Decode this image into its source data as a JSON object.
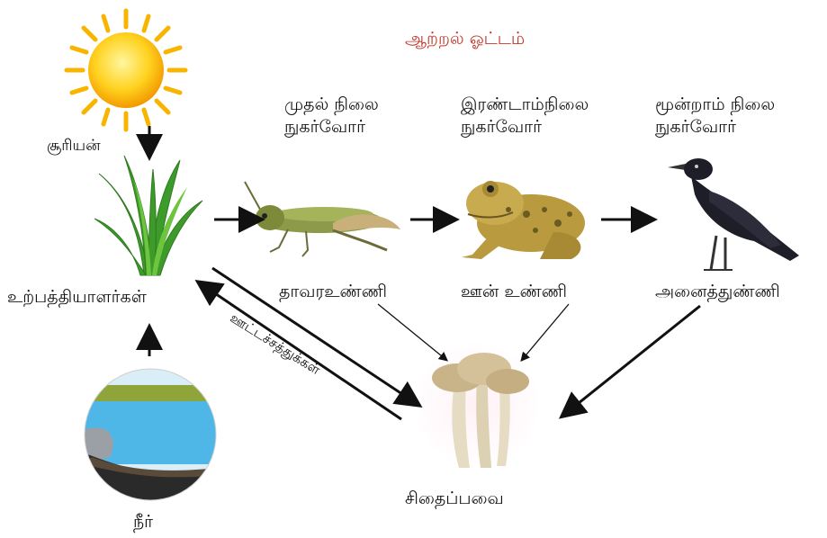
{
  "title": "ஆற்றல் ஓட்டம்",
  "nodes": {
    "sun": "சூரியன்",
    "producers": "உற்பத்தியாளர்கள்",
    "water": "நீர்",
    "herbivore": "தாவரஉண்ணி",
    "carnivore": "ஊன் உண்ணி",
    "omnivore": "அனைத்துண்ணி",
    "decomposers": "சிதைப்பவை"
  },
  "levels": {
    "first": [
      "முதல் நிலை",
      "நுகர்வோர்"
    ],
    "second": [
      "இரண்டாம்நிலை",
      "நுகர்வோர்"
    ],
    "third": [
      "மூன்றாம் நிலை",
      "நுகர்வோர்"
    ]
  },
  "edge_label": "ஊட்டச்சத்துக்கள்",
  "colors": {
    "title": "#c0392b",
    "arrow": "#111111",
    "sun": "#f7b500",
    "grass": "#3d9b2b",
    "water": "#4fb6e8",
    "frog": "#b99a3e",
    "crow": "#1e1e28",
    "mushroom": "#d8c8a8"
  },
  "icons": [
    "sun-icon",
    "grass-icon",
    "water-icon",
    "grasshopper-icon",
    "frog-icon",
    "crow-icon",
    "mushroom-icon"
  ]
}
